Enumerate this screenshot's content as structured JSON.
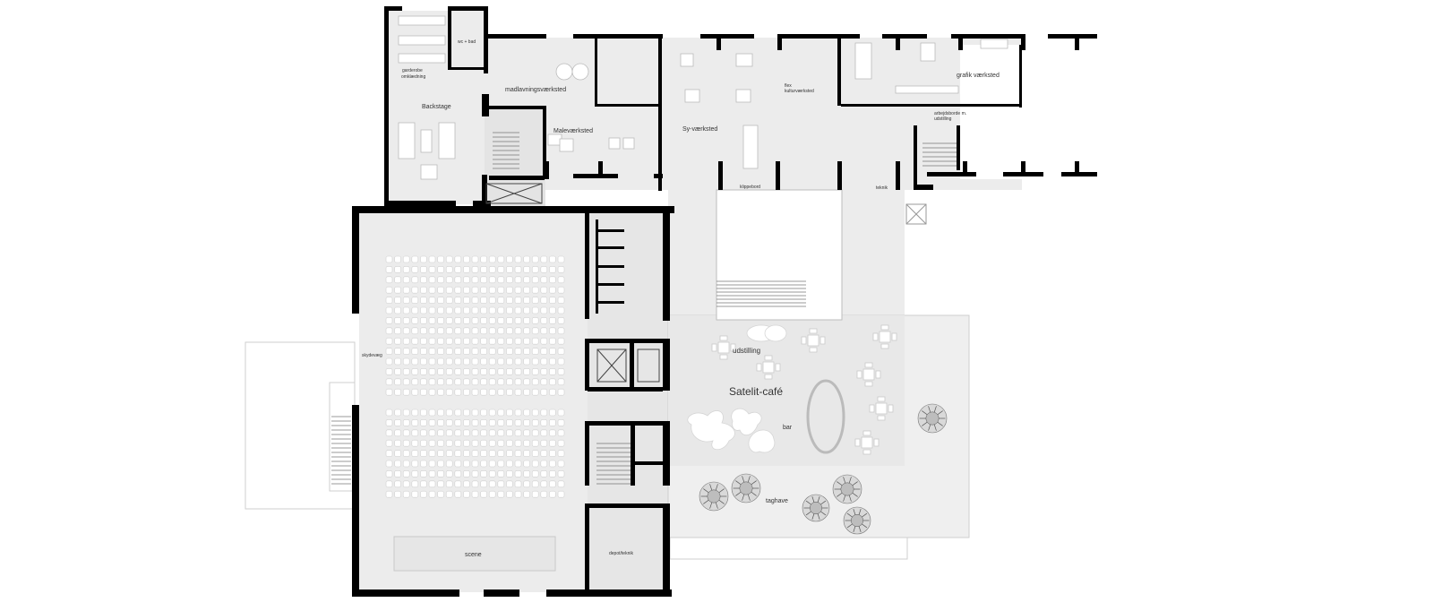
{
  "rooms": {
    "wc_bad": "wc + bad",
    "garderobe": "garderobe",
    "omklaedning": "omklædning",
    "backstage": "Backstage",
    "madlavning": "madlavningsværksted",
    "male": "Maleværksted",
    "sy": "Sy-værksted",
    "flex": "flex",
    "kultur": "kulturværksted",
    "grafik": "grafik værksted",
    "arbejdsborde": "arbejdsborde m.",
    "udstilling_small": "udstilling",
    "klippeboard": "klippebord",
    "teknik": "teknik",
    "skydevaeg": "skydevæg",
    "udstilling": "udstilling",
    "satelit": "Satelit-café",
    "bar": "bar",
    "taghave": "taghave",
    "scene": "scene",
    "depot": "depot/teknik"
  },
  "colors": {
    "wall": "#000000",
    "floor": "#ececec",
    "floor_dark": "#e2e2e2",
    "terrace": "#efefef",
    "furniture": "#ffffff",
    "line": "#9a9a9a"
  }
}
